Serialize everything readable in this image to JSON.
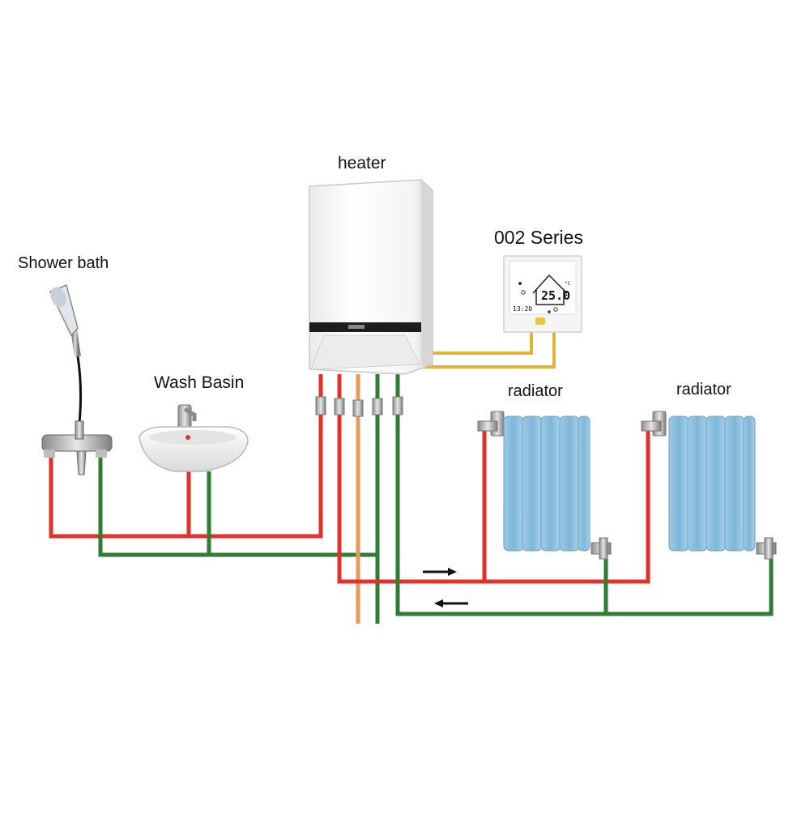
{
  "labels": {
    "heater": "heater",
    "thermostat": "002 Series",
    "shower": "Shower bath",
    "basin": "Wash Basin",
    "radiator_1": "radiator",
    "radiator_2": "radiator"
  },
  "thermostat_display": {
    "temperature": "25.0",
    "clock": "13:20",
    "unit": "°C"
  },
  "colors": {
    "hot_pipe": "#e0312b",
    "return_pipe": "#2e7d32",
    "gas_pipe": "#e39a5a",
    "control_wire": "#e3b33a",
    "radiator": "#8fc2e0",
    "heater_body": "#f2f2f2"
  },
  "icons": [
    "shower-icon",
    "wash-basin-icon",
    "heater-icon",
    "thermostat-icon",
    "radiator-icon",
    "flow-arrow-icon"
  ]
}
